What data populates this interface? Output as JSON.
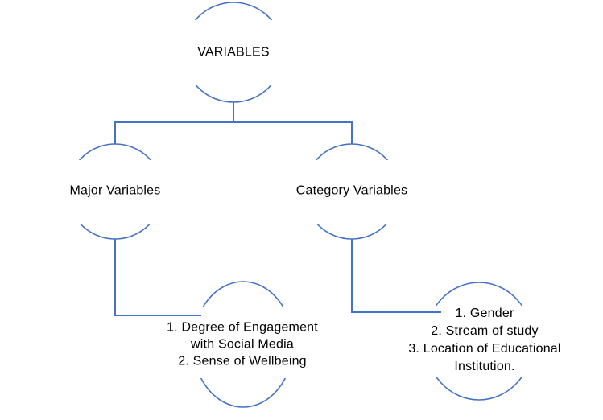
{
  "colors": {
    "accent": "#4472C4",
    "text": "#000000",
    "background": "#FFFFFF"
  },
  "nodes": {
    "root": {
      "label": "VARIABLES"
    },
    "major": {
      "label": "Major Variables"
    },
    "category": {
      "label": "Category Variables"
    },
    "major_items": {
      "lines": [
        "1. Degree of Engagement",
        "with Social Media",
        "2. Sense of Wellbeing"
      ]
    },
    "category_items": {
      "lines": [
        "1. Gender",
        "2. Stream of study",
        "3. Location of Educational",
        "Institution."
      ]
    }
  }
}
